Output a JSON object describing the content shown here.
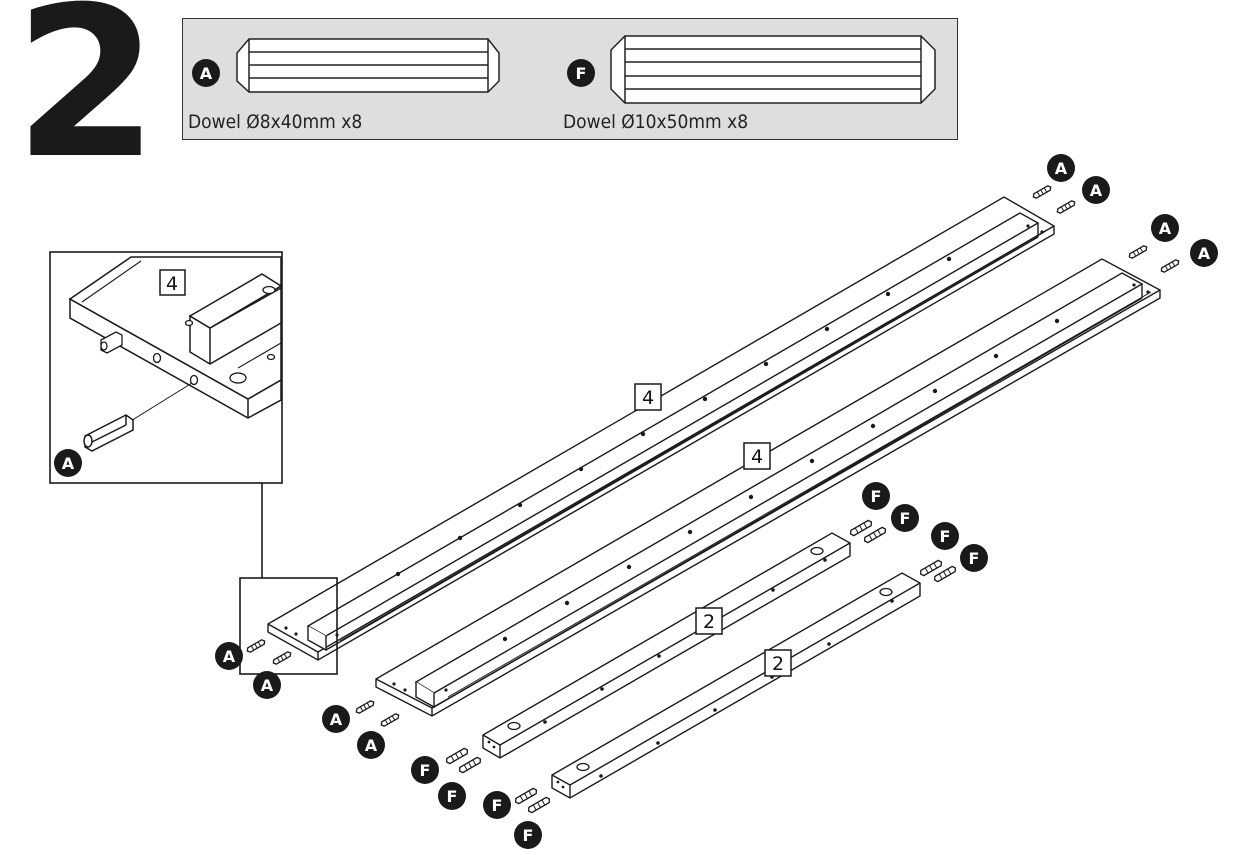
{
  "step": {
    "number": "2"
  },
  "parts": [
    {
      "letter": "A",
      "caption": "Dowel Ø8x40mm x8"
    },
    {
      "letter": "F",
      "caption": "Dowel Ø10x50mm x8"
    }
  ],
  "board_labels": {
    "long": "4",
    "short": "2"
  },
  "detail_inset": {
    "board_label": "4",
    "part_letter": "A"
  },
  "colors": {
    "ink": "#1a1a1a",
    "panel": "#dedede",
    "paper": "#ffffff"
  }
}
